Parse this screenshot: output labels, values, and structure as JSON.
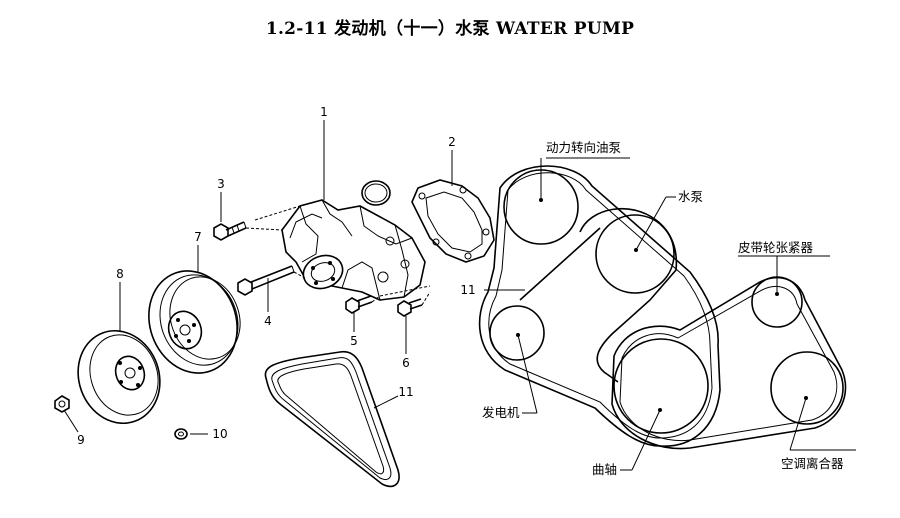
{
  "title": "1.2-11  发动机（十一）水泵 WATER PUMP",
  "part_numbers": [
    "1",
    "2",
    "3",
    "4",
    "5",
    "6",
    "7",
    "8",
    "9",
    "10",
    "11",
    "11"
  ],
  "belt_labels": {
    "power_steering_pump": "动力转向油泵",
    "water_pump": "水泵",
    "belt_tensioner": "皮带轮张紧器",
    "alternator": "发电机",
    "crankshaft": "曲轴",
    "ac_clutch": "空调离合器"
  }
}
